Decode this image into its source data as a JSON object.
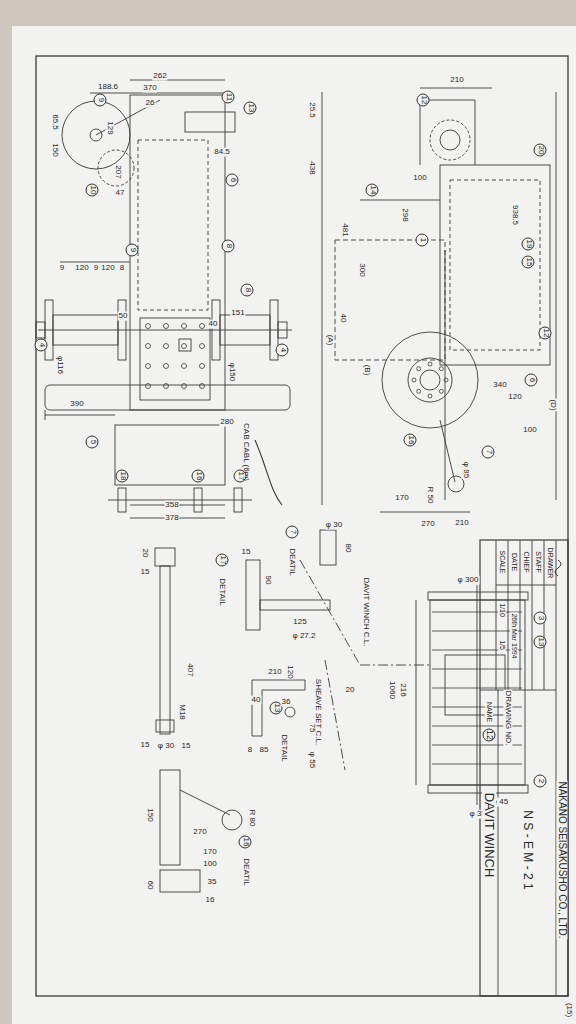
{
  "diagram": {
    "labels": [
      "262",
      "370",
      "188.6",
      "9",
      "26",
      "65.5",
      "150",
      "129",
      "11",
      "13",
      "84.5",
      "6",
      "10",
      "207",
      "47",
      "9",
      "8",
      "8",
      "9",
      "120",
      "9",
      "120",
      "8",
      "50",
      "40",
      "151",
      "4",
      "4",
      "φ116",
      "φ150",
      "390",
      "5",
      "280",
      "CAB CABL (6m)",
      "18",
      "16",
      "17",
      "358",
      "378",
      "12",
      "210",
      "25.5",
      "438",
      "14",
      "100",
      "298",
      "481",
      "1",
      "20",
      "938.5",
      "19",
      "15",
      "300",
      "40",
      "(A)",
      "(B)",
      "12",
      "6",
      "340",
      "120",
      "100",
      "(D)",
      "7",
      "16",
      "φ 95",
      "R 50",
      "170",
      "210",
      "270",
      "φ 300",
      "3",
      "13",
      "216",
      "1060",
      "2",
      "φ 45",
      "φ 350",
      "DAVIT WINCH C.L.",
      "SHEAVE SET C.L.",
      "20",
      "φ 30",
      "80",
      "7",
      "DEATIL",
      "15",
      "90",
      "125",
      "φ 27.2",
      "20",
      "15",
      "407",
      "M18",
      "15",
      "φ 30",
      "15",
      "17",
      "DETAIL",
      "13",
      "DETAIL",
      "210",
      "40",
      "120",
      "36",
      "75",
      "8",
      "85",
      "φ 55",
      "16",
      "DEATIL",
      "150",
      "270",
      "R 80",
      "170",
      "100",
      "35",
      "60",
      "16",
      "SCALE",
      "1/10",
      "1/5",
      "DATE",
      "26th Mar 1994",
      "CHIEF",
      "STAFF",
      "DRAWER",
      "NAME",
      "12",
      "DAVIT WINCH",
      "DRAWING NO.",
      "N S - E M - 2 1",
      "NAKANO SEISAKUSHO CO., LTD.",
      "(15)"
    ]
  }
}
